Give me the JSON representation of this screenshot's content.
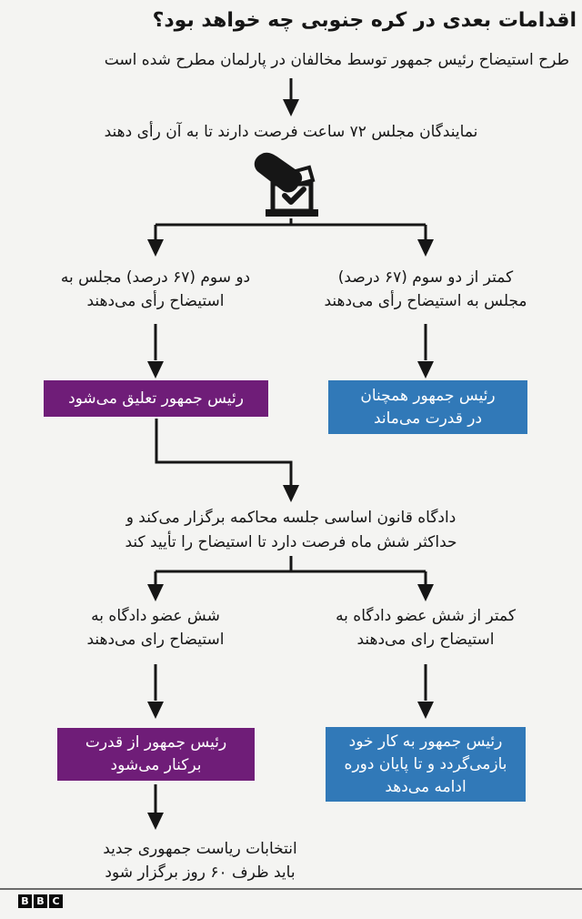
{
  "infographic": {
    "title": "اقدامات بعدی در کره جنوبی چه خواهد بود؟",
    "intro": "طرح استیضاح رئیس جمهور توسط مخالفان در پارلمان مطرح شده است",
    "vote_node": "نمایندگان مجلس ۷۲ ساعت فرصت دارند تا به آن رأی دهند",
    "branch1": {
      "left": {
        "lines": [
          "دو سوم (۶۷ درصد) مجلس به",
          "استیضاح رأی می‌دهند"
        ]
      },
      "right": {
        "lines": [
          "کمتر از دو سوم (۶۷ درصد)",
          "مجلس به استیضاح رأی می‌دهند"
        ]
      }
    },
    "result1": {
      "suspended": {
        "lines": [
          "رئیس جمهور تعلیق می‌شود"
        ]
      },
      "stays": {
        "lines": [
          "رئیس جمهور همچنان",
          "در قدرت می‌ماند"
        ]
      }
    },
    "court_node": {
      "lines": [
        "دادگاه قانون اساسی جلسه محاکمه برگزار می‌کند و",
        "حداکثر شش ماه فرصت دارد تا استیضاح را تأیید کند"
      ]
    },
    "branch2": {
      "left": {
        "lines": [
          "شش عضو دادگاه به",
          "استیضاح رای می‌دهند"
        ]
      },
      "right": {
        "lines": [
          "کمتر از شش عضو دادگاه به",
          "استیضاح رای می‌دهند"
        ]
      }
    },
    "result2": {
      "removed": {
        "lines": [
          "رئیس جمهور از قدرت",
          "برکنار می‌شود"
        ]
      },
      "returns": {
        "lines": [
          "رئیس جمهور به کار خود",
          "بازمی‌گردد و تا پایان دوره",
          "ادامه می‌دهد"
        ]
      }
    },
    "election_node": {
      "lines": [
        "انتخابات ریاست جمهوری جدید",
        "باید ظرف ۶۰ روز برگزار شود"
      ]
    },
    "icons": {
      "ballot_box": "ballot-box-hand-icon"
    },
    "colors": {
      "suspend_purple": "#6f1d78",
      "stay_blue": "#3179b8",
      "background": "#f4f4f2",
      "line": "#161616"
    },
    "footer": {
      "logo": {
        "letters": [
          "B",
          "B",
          "C"
        ]
      }
    }
  }
}
